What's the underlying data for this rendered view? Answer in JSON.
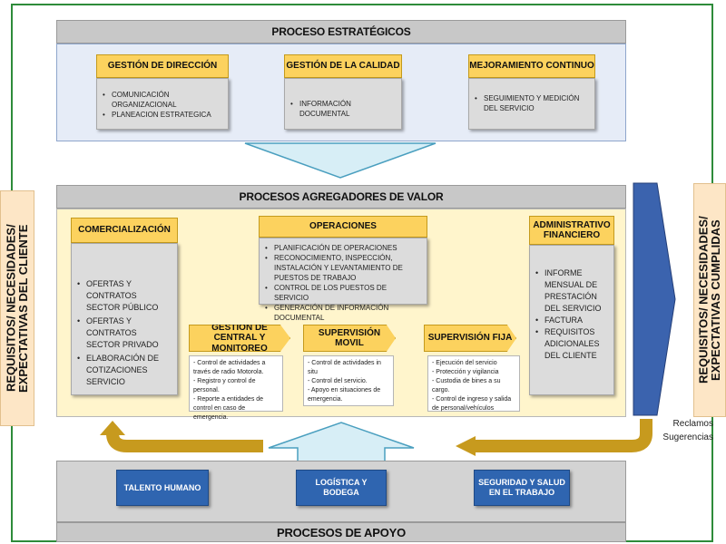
{
  "strategic": {
    "title": "PROCESO ESTRATÉGICOS",
    "boxes": [
      {
        "title": "GESTIÓN DE DIRECCIÓN",
        "items": [
          "COMUNICACIÓN ORGANIZACIONAL",
          "PLANEACION ESTRATEGICA"
        ]
      },
      {
        "title": "GESTIÓN DE LA CALIDAD",
        "items": [
          "INFORMACIÓN DOCUMENTAL"
        ]
      },
      {
        "title": "MEJORAMIENTO CONTINUO",
        "items": [
          "SEGUIMIENTO Y MEDICIÓN DEL SERVICIO"
        ]
      }
    ]
  },
  "value": {
    "title": "PROCESOS AGREGADORES DE VALOR",
    "commercial": {
      "title": "COMERCIALIZACIÓN",
      "items": [
        "OFERTAS Y CONTRATOS SECTOR PÚBLICO",
        "OFERTAS Y CONTRATOS SECTOR PRIVADO",
        "ELABORACIÓN DE COTIZACIONES SERVICIO"
      ]
    },
    "operations": {
      "title": "OPERACIONES",
      "items": [
        "PLANIFICACIÓN DE OPERACIONES",
        "RECONOCIMIENTO, INSPECCIÓN, INSTALACIÓN Y LEVANTAMIENTO DE PUESTOS DE TRABAJO",
        "CONTROL DE LOS PUESTOS DE SERVICIO",
        "GENERACIÓN DE INFORMACIÓN DOCUMENTAL"
      ]
    },
    "admin": {
      "title": "ADMINISTRATIVO FINANCIERO",
      "items": [
        "INFORME MENSUAL DE PRESTACIÓN DEL SERVICIO",
        "FACTURA",
        "REQUISITOS ADICIONALES DEL CLIENTE"
      ]
    },
    "sub": [
      {
        "title": "GESTIÓN DE CENTRAL Y MONITOREO",
        "items": [
          "- Control de actividades a través de radio Motorola.",
          "- Registro y control de personal.",
          "- Reporte a entidades de control en caso de emergencia."
        ]
      },
      {
        "title": "SUPERVISIÓN MOVIL",
        "items": [
          "- Control de actividades in situ",
          "- Control del servicio.",
          "- Apoyo en situaciones de emergencia."
        ]
      },
      {
        "title": "SUPERVISIÓN FIJA",
        "items": [
          "- Ejecución del servicio",
          "- Protección y vigilancia",
          "- Custodia de bines a su cargo.",
          "- Control de ingreso y salida de personal/vehículos"
        ]
      }
    ]
  },
  "support": {
    "title": "PROCESOS DE APOYO",
    "items": [
      "TALENTO HUMANO",
      "LOGÍSTICA Y BODEGA",
      "SEGURIDAD Y SALUD EN EL TRABAJO"
    ]
  },
  "side": {
    "left": "REQUISITOS/ NECESIDADES/ EXPECTATIVAS DEL CLIENTE",
    "right": "REQUISITOS/ NECESIDADES/ EXPECTATIVAS CUMPLIDAS"
  },
  "feedback": {
    "line1": "Reclamos",
    "line2": "Sugerencias"
  },
  "colors": {
    "frame": "#2e8b3a",
    "accent_yellow": "#fcd25e",
    "support_blue": "#2f65b0",
    "feedback_arrow": "#c79a1e"
  }
}
